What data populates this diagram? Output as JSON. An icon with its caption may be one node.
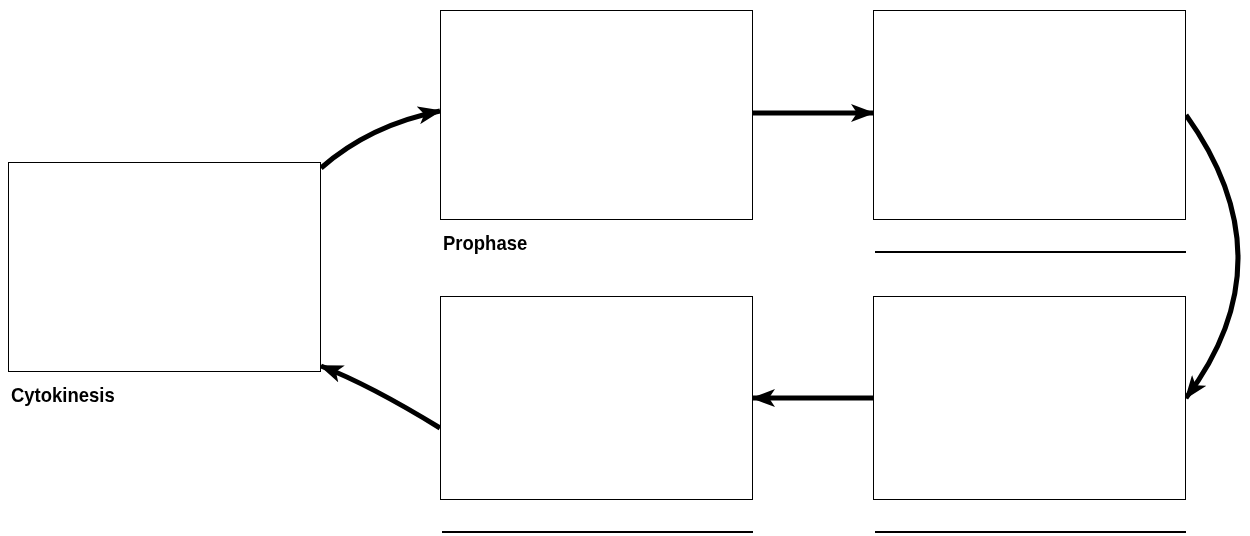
{
  "diagram": {
    "nodes": [
      {
        "text": [
          "Cytokinesis"
        ]
      },
      {
        "text": [
          "Prophase"
        ]
      },
      {
        "text": [],
        "shape": "box"
      },
      {
        "text": [],
        "shape": "box"
      },
      {
        "text": [],
        "shape": "box"
      }
    ],
    "edges": [
      {
        "from": 0,
        "to": 1,
        "arrow": "to"
      },
      {
        "from": 1,
        "to": 2,
        "arrow": "to"
      },
      {
        "from": 2,
        "to": 4,
        "arrow": "to"
      },
      {
        "from": 4,
        "to": 3,
        "arrow": "to"
      },
      {
        "from": 3,
        "to": 0,
        "arrow": "to"
      }
    ]
  }
}
